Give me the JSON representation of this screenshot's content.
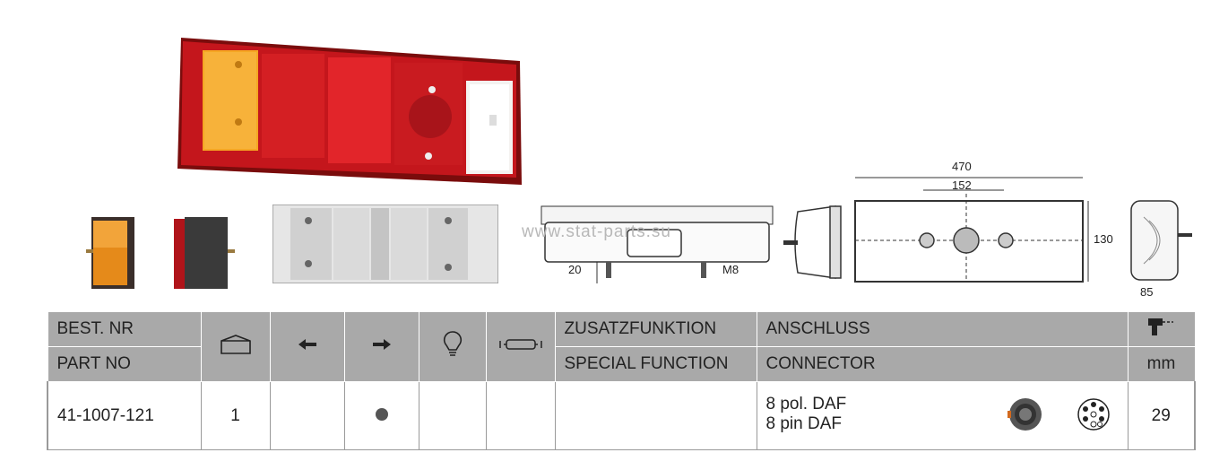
{
  "watermark": "www.stat-parts.su",
  "drawings": {
    "width": "470",
    "hole_spacing": "152",
    "height": "130",
    "depth": "85",
    "bolt_offset": "20",
    "thread": "M8"
  },
  "table": {
    "header_row1": {
      "best_nr": "BEST. NR",
      "zusatz": "ZUSATZFUNKTION",
      "anschluss": "ANSCHLUSS"
    },
    "header_row2": {
      "part_no": "PART NO",
      "special": "SPECIAL FUNCTION",
      "connector": "CONNECTOR",
      "unit": "mm"
    },
    "icons": [
      "package-icon",
      "arrow-left-icon",
      "arrow-right-icon",
      "bulb-icon",
      "tube-lamp-icon",
      "drill-icon"
    ],
    "row": {
      "part_no": "41-1007-121",
      "qty": "1",
      "connector_line1": "8 pol. DAF",
      "connector_line2": "8 pin DAF",
      "mm": "29"
    }
  }
}
